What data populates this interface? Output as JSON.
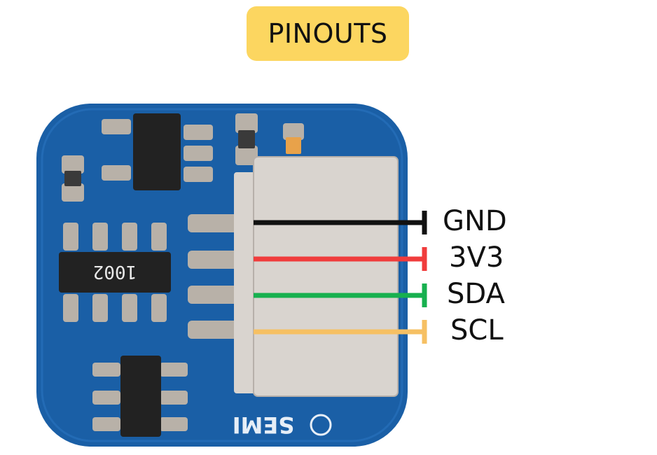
{
  "title": "PINOUTS",
  "colors": {
    "title_bg": "#fcd660",
    "board": "#1a5fa6",
    "board_edge": "#2b78c3",
    "connector": "#d9d4cf",
    "chip": "#222222",
    "pad": "#b8b1a8"
  },
  "board": {
    "resistor_marking": "1002",
    "logo_text": "SEMI"
  },
  "pins": [
    {
      "label": "GND",
      "color": "#111111"
    },
    {
      "label": "3V3",
      "color": "#f03c3c"
    },
    {
      "label": "SDA",
      "color": "#17b04f"
    },
    {
      "label": "SCL",
      "color": "#f6c063"
    }
  ]
}
